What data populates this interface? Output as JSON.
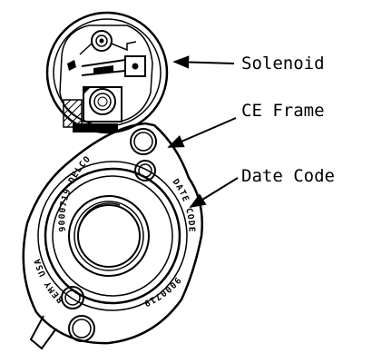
{
  "labels": {
    "solenoid": "Solenoid",
    "frame": "CE Frame",
    "date_code": "Date Code"
  },
  "frame_markings": {
    "top_left": "9000719 DELCO",
    "left": "REMY USA",
    "right": "DATE CODE",
    "bottom": "9000719"
  }
}
